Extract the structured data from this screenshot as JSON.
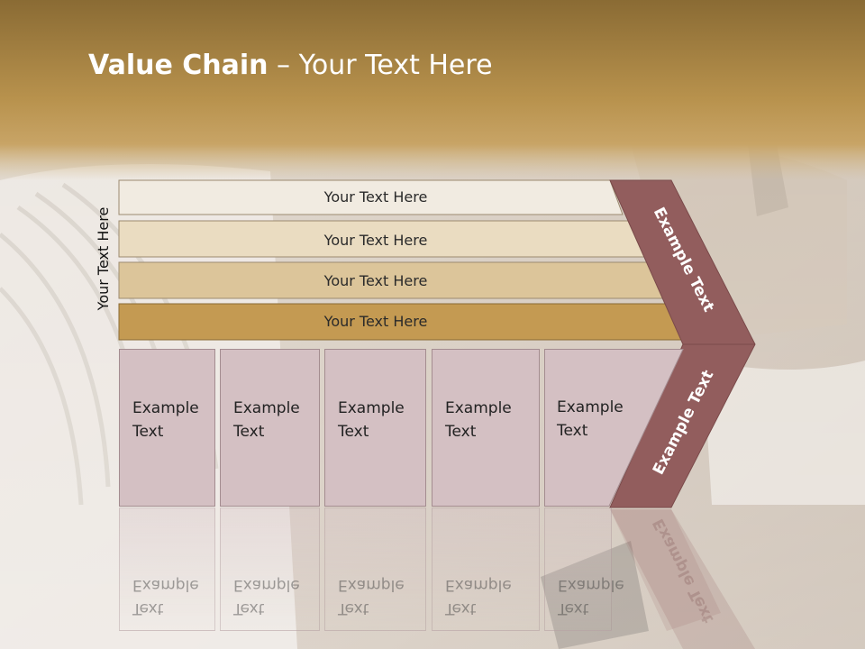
{
  "slide": {
    "title_bold": "Value Chain",
    "title_rest": " – Your Text Here",
    "side_label": "Your Text Here"
  },
  "bands": [
    {
      "label": "Your Text Here"
    },
    {
      "label": "Your Text Here"
    },
    {
      "label": "Your Text Here"
    },
    {
      "label": "Your Text Here"
    }
  ],
  "cards": [
    {
      "line1": "Example",
      "line2": "Text"
    },
    {
      "line1": "Example",
      "line2": "Text"
    },
    {
      "line1": "Example",
      "line2": "Text"
    },
    {
      "line1": "Example",
      "line2": "Text"
    },
    {
      "line1": "Example",
      "line2": "Text"
    }
  ],
  "chevron": {
    "upper_label": "Example Text",
    "lower_label": "Example Text"
  },
  "colors": {
    "header": "#a98a45",
    "band1": "#f1ebe1",
    "band2": "#eadcc1",
    "band3": "#dcc59a",
    "band4": "#c49a52",
    "card": "#d4c0c3",
    "chevron": "#925d5d"
  }
}
